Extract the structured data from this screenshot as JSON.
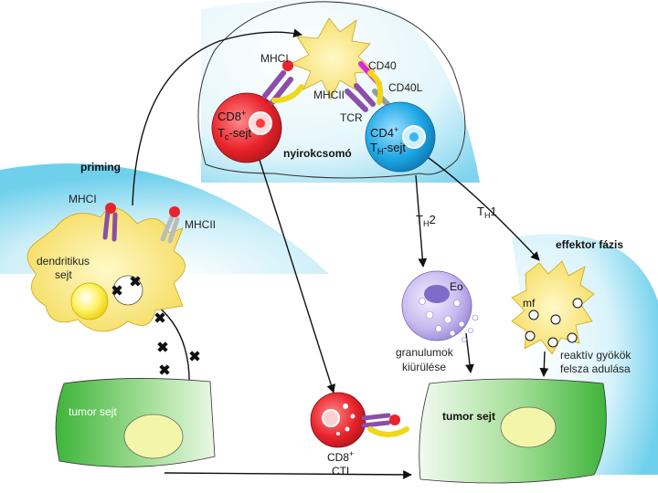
{
  "labels": {
    "priming": "priming",
    "mhci_top": "MHCI",
    "cd40": "CD40",
    "cd40l": "CD40L",
    "mhcii_top": "MHCII",
    "tcr": "TCR",
    "cd8_tc": "CD8",
    "cd8_tc_sup": "+",
    "tc_sejt": "T",
    "tc_sejt_sub": "c",
    "tc_sejt_suffix": "-sejt",
    "nyirokcsomo": "nyirokcsomó",
    "cd4": "CD4",
    "cd4_sup": "+",
    "th_sejt": "T",
    "th_sejt_sub": "H",
    "th_sejt_suffix": "-sejt",
    "mhci_left": "MHCI",
    "mhcii_left": "MHCII",
    "dendritikus": "dendritikus",
    "dendritikus_sejt": "sejt",
    "th2_t": "T",
    "th2_sub": "H",
    "th2_num": "2",
    "th1_t": "T",
    "th1_sub": "H",
    "th1_num": "1",
    "effektor": "effektor fázis",
    "eo": "Eo",
    "mf": "mf",
    "granulumok": "granulumok",
    "kiurulese": "kiürülése",
    "reaktiv": "reaktív gyökök",
    "felsza": "felsza  adulása",
    "tumor_left": "tumor sejt",
    "tumor_right": "tumor sejt",
    "cd8_ctl": "CD8",
    "cd8_ctl_sup": "+",
    "ctl": "CTL"
  },
  "colors": {
    "sky": "#6fd0ec",
    "sky_light": "#e6f7fc",
    "dendritic": "#f8e16a",
    "tcell_red": "#e8232b",
    "tcell_blue": "#1ca6e4",
    "eosinophil": "#b7a7e6",
    "tumor_green": "#4fbf4a",
    "receptor_purple": "#8a4fa8",
    "receptor_yellow": "#f0d818",
    "cd40_magenta": "#d62ad8"
  }
}
